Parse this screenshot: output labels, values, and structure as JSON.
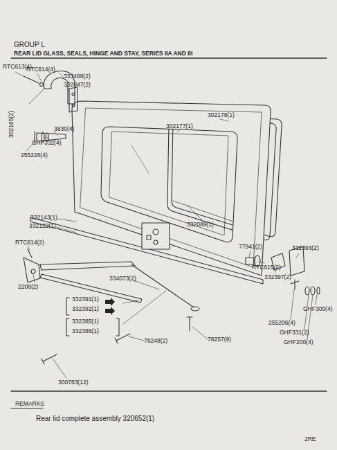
{
  "diagram": {
    "title": "REAR LID GLASS, SEALS, HINGE AND STAY, SERIES IIA AND III",
    "labels": [
      "GROUP L",
      "RTC613(4)",
      "RTC614(4)",
      "333468(2)",
      "332047(2)",
      "302165(2)",
      "3830(4)",
      "GHF332(4)",
      "255226(4)",
      "302178(1)",
      "302177(1)",
      "332089(1)",
      "332143(1)",
      "332122(1)",
      "RTC614(2)",
      "77941(2)",
      "332393(2)",
      "RTC615(2)",
      "332397(2)",
      "GHF300(4)",
      "255206(4)",
      "GHF331(2)",
      "GHF200(4)",
      "2208(2)",
      "334073(2)",
      "332391(1)",
      "332392(1)",
      "332385(1)",
      "332386(1)",
      "78248(2)",
      "78257(9)",
      "300783(12)",
      "REMARKS",
      "Rear lid complete assembly 320652(1)",
      "2RE"
    ]
  }
}
